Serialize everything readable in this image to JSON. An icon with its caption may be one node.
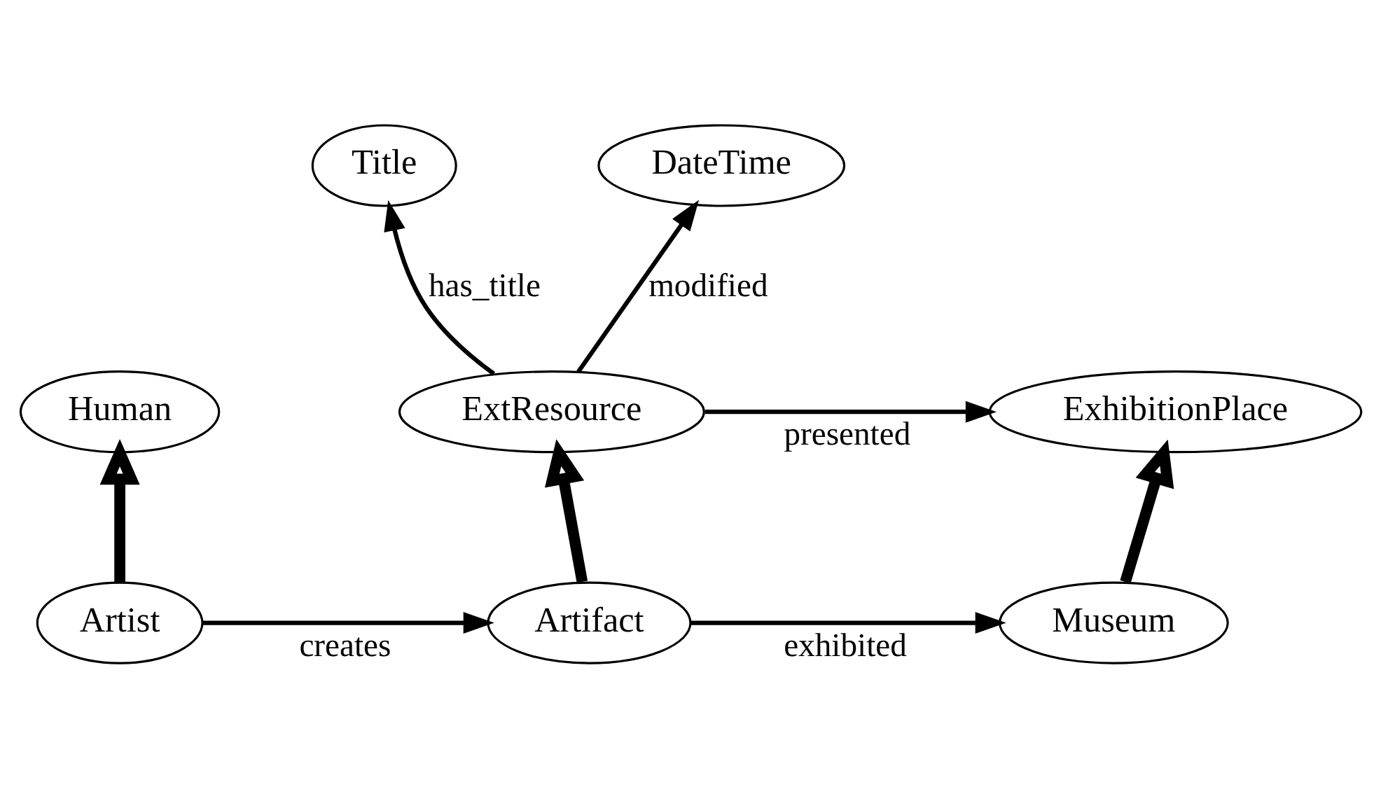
{
  "diagram": {
    "nodes": [
      {
        "text": [
          "Title"
        ]
      },
      {
        "text": [
          "DateTime"
        ]
      },
      {
        "text": [
          "Human"
        ]
      },
      {
        "text": [
          "ExtResource"
        ]
      },
      {
        "text": [
          "ExhibitionPlace"
        ]
      },
      {
        "text": [
          "Artist"
        ]
      },
      {
        "text": [
          "Artifact"
        ]
      },
      {
        "text": [
          "Museum"
        ]
      }
    ],
    "edges": [
      {
        "from": 3,
        "to": 0,
        "arrow": "to",
        "label": "has_title"
      },
      {
        "from": 3,
        "to": 1,
        "arrow": "to",
        "label": "modified"
      },
      {
        "from": 3,
        "to": 4,
        "arrow": "to",
        "label": "presented"
      },
      {
        "from": 5,
        "to": 2,
        "arrow": "to",
        "style": "thick"
      },
      {
        "from": 6,
        "to": 3,
        "arrow": "to",
        "style": "thick"
      },
      {
        "from": 7,
        "to": 4,
        "arrow": "to",
        "style": "thick"
      },
      {
        "from": 5,
        "to": 6,
        "arrow": "to",
        "label": "creates"
      },
      {
        "from": 6,
        "to": 7,
        "arrow": "to",
        "label": "exhibited"
      }
    ]
  }
}
